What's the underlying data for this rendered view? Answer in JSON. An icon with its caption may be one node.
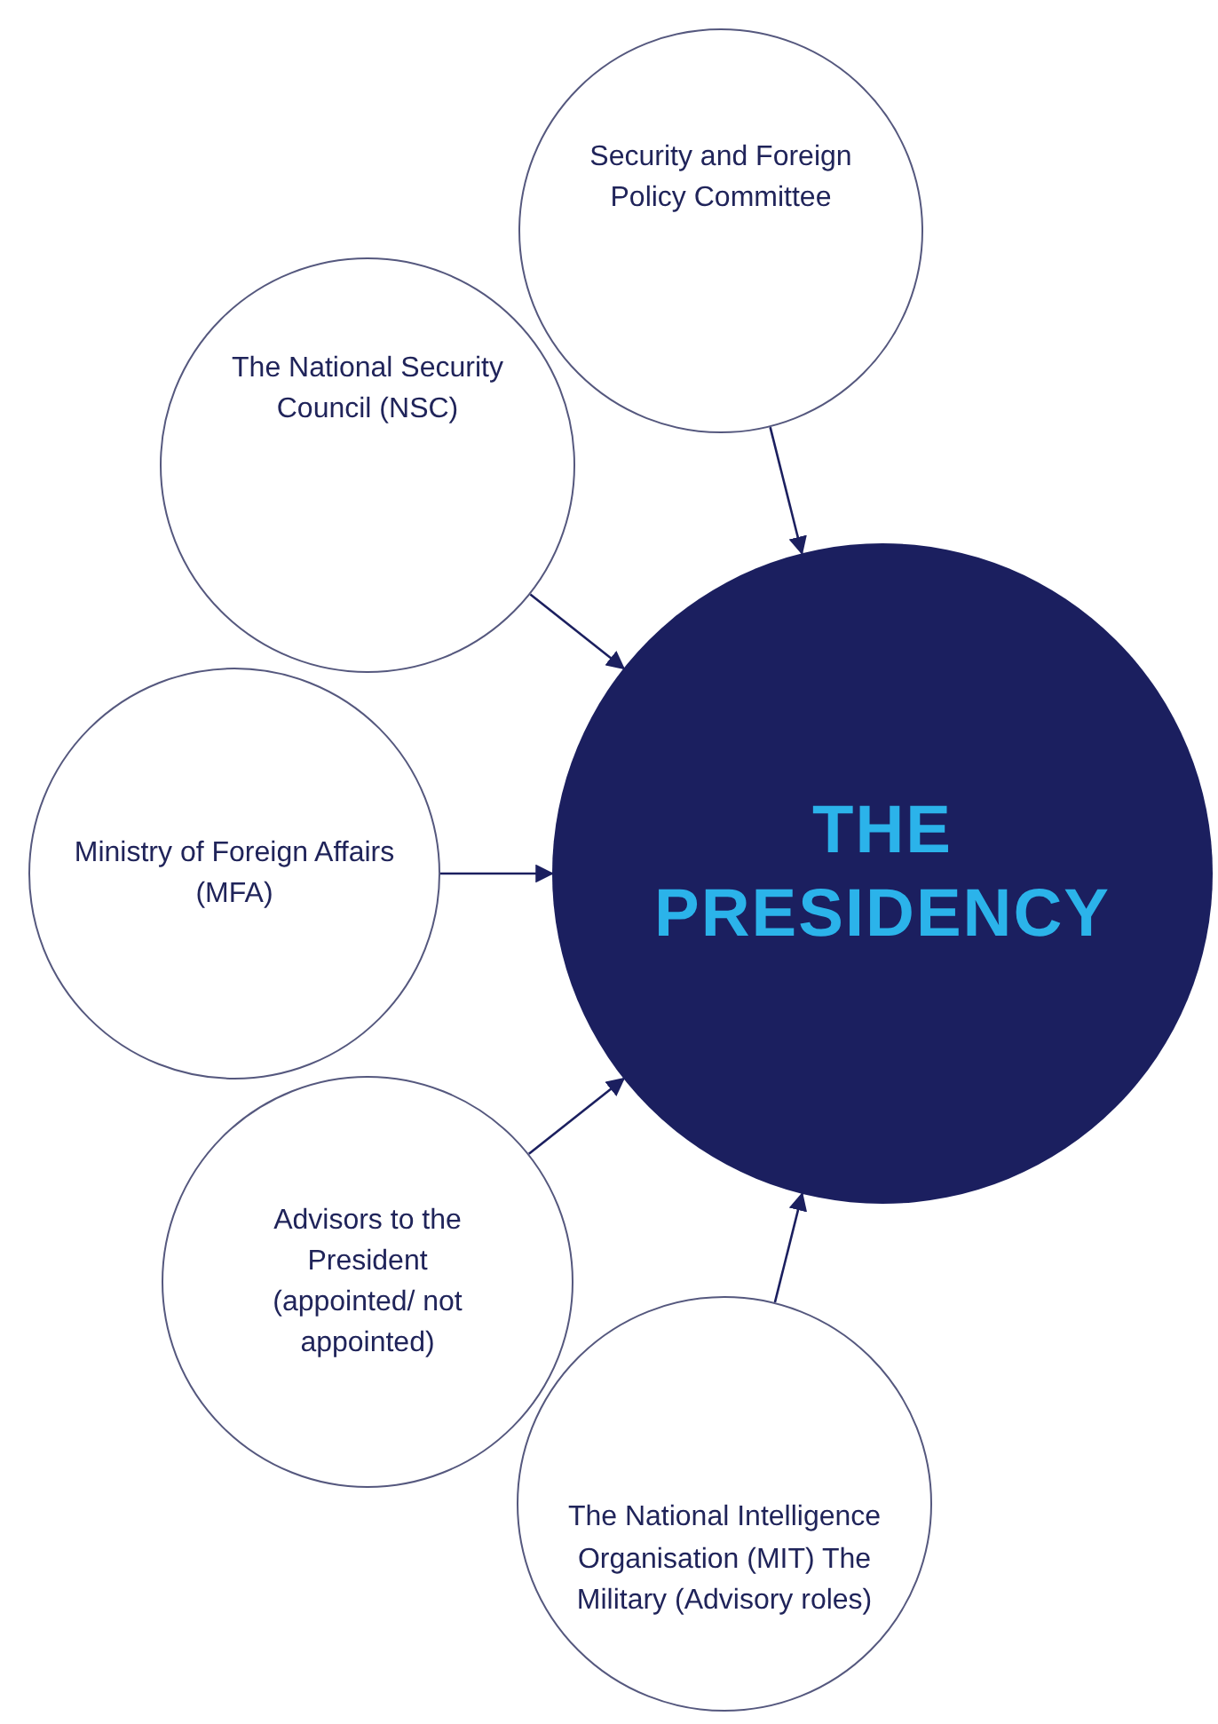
{
  "diagram": {
    "nodes": [
      {
        "text": [
          "Security and Foreign Policy Committee"
        ]
      },
      {
        "text": [
          "The National Security Council (NSC)"
        ]
      },
      {
        "text": [
          "Ministry of Foreign Affairs (MFA)"
        ]
      },
      {
        "text": [
          "Advisors to the President (appointed/ not appointed)"
        ]
      },
      {
        "text": [
          "The National Intelligence Organisation (MIT) The Military (Advisory roles)"
        ]
      },
      {
        "text": [
          "THE PRESIDENCY"
        ]
      }
    ],
    "edges": [
      {
        "from": 0,
        "to": 5,
        "arrow": "to"
      },
      {
        "from": 1,
        "to": 5,
        "arrow": "to"
      },
      {
        "from": 2,
        "to": 5,
        "arrow": "to"
      },
      {
        "from": 3,
        "to": 5,
        "arrow": "to"
      },
      {
        "from": 4,
        "to": 5,
        "arrow": "to"
      }
    ]
  }
}
